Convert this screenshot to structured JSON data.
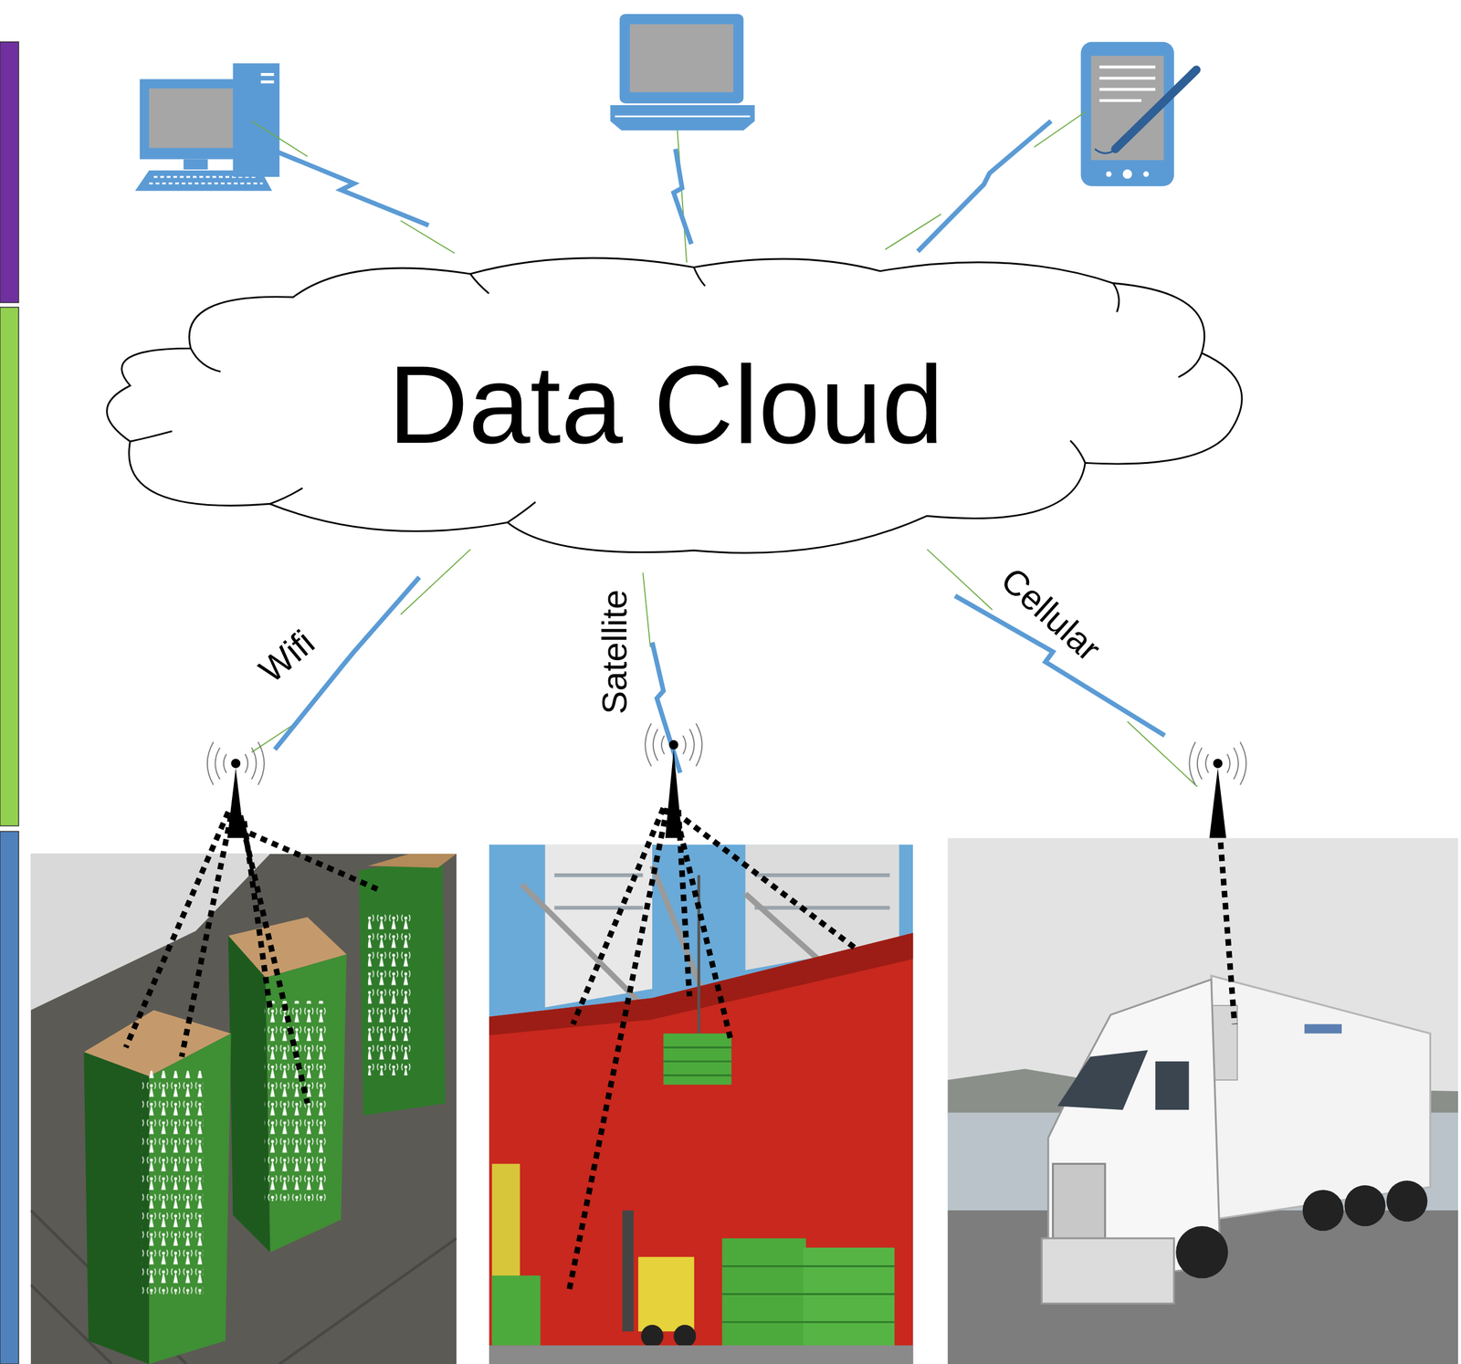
{
  "diagram": {
    "nodes": [
      {
        "text": [
          "Data Cloud"
        ]
      }
    ],
    "labels": [
      "Wifi",
      "Satellite",
      "Cellular"
    ]
  }
}
